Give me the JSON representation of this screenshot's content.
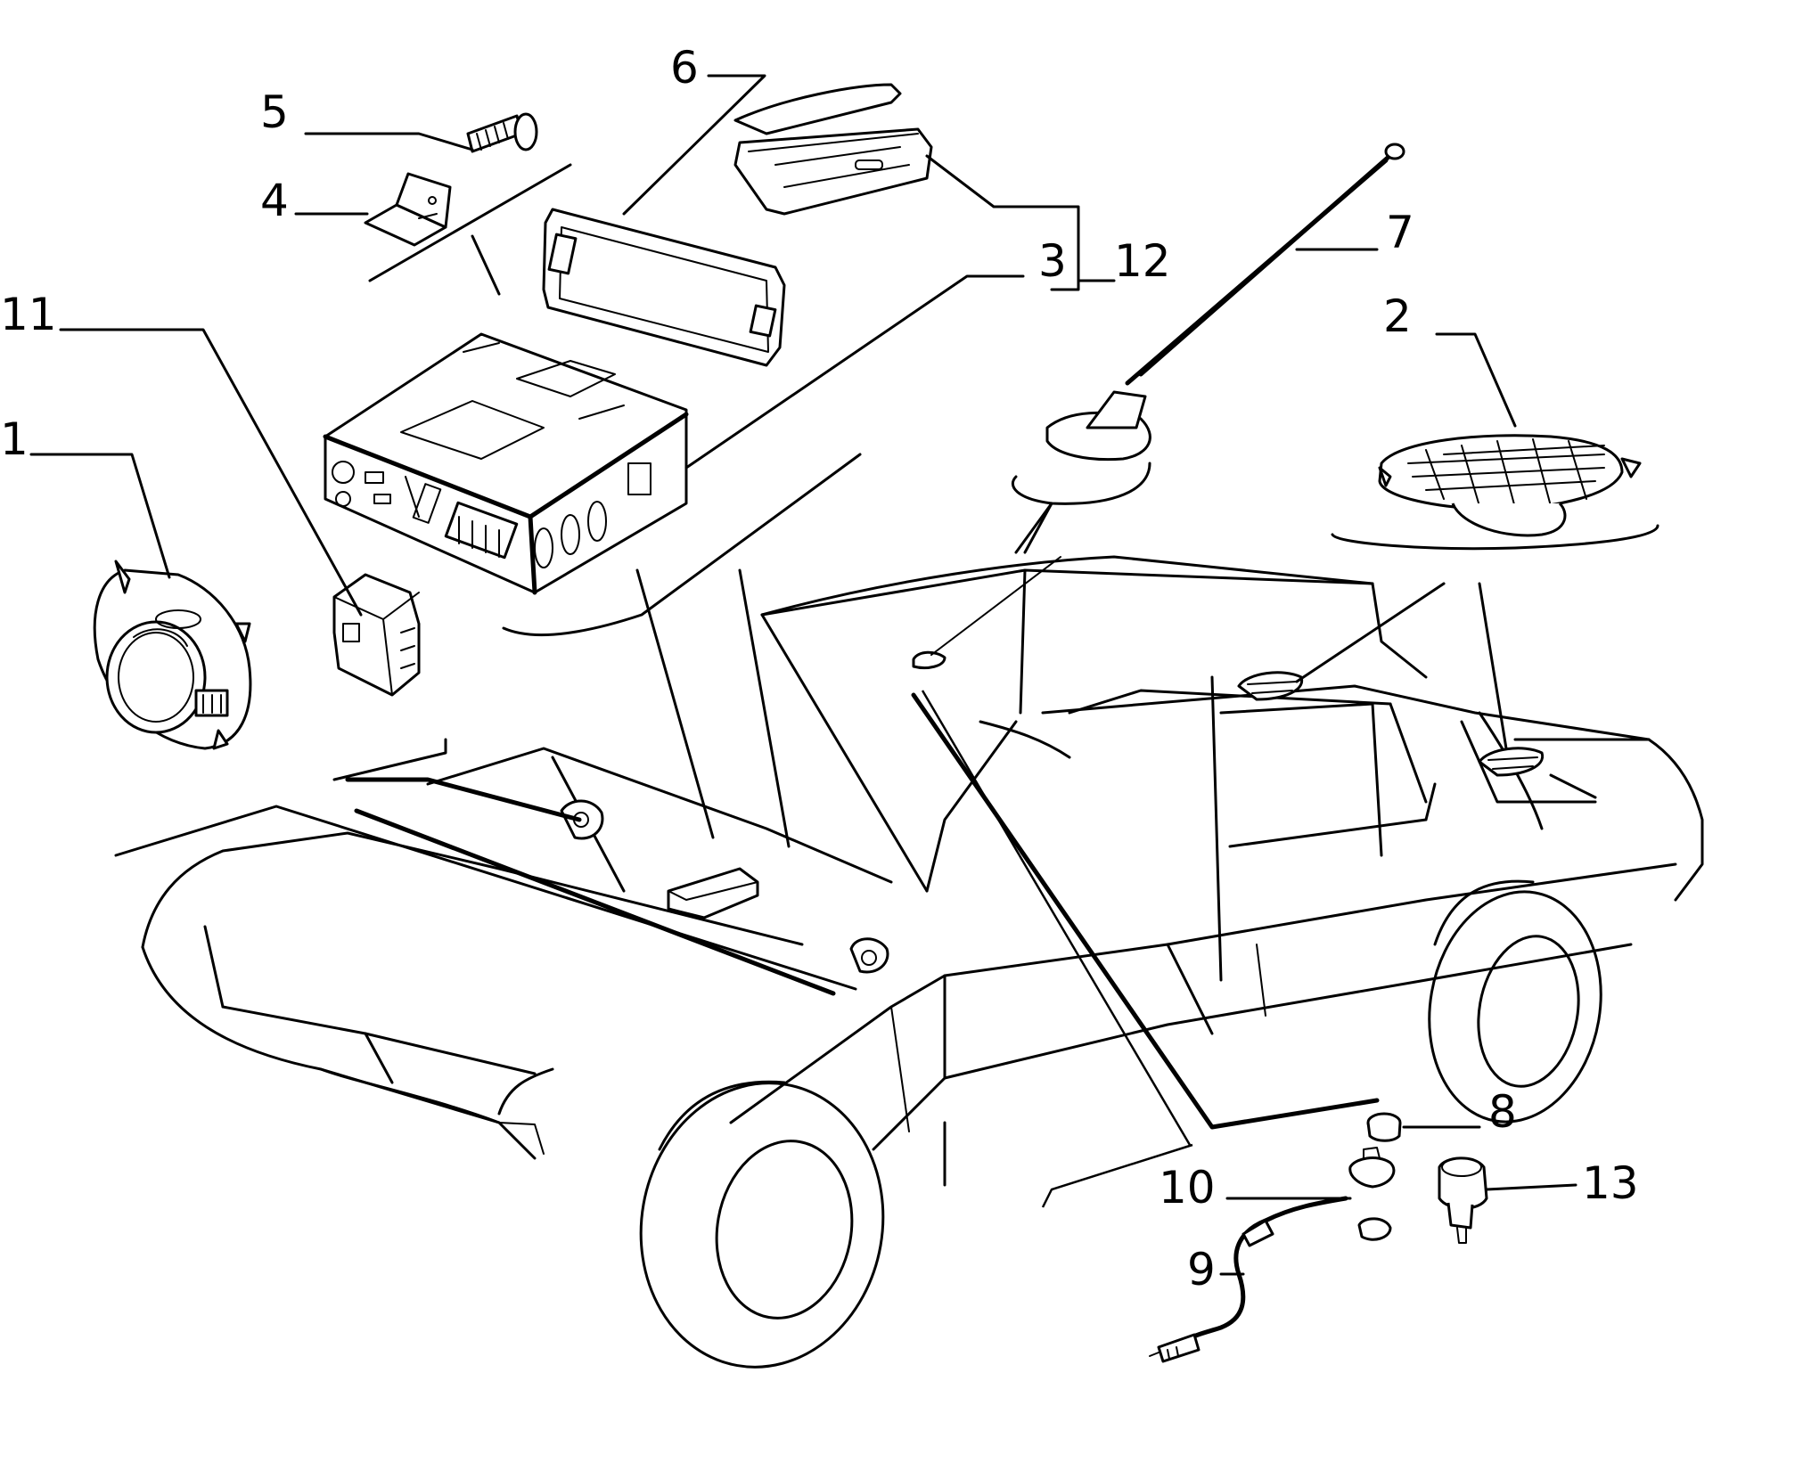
{
  "callouts": {
    "c1": "1",
    "c2": "2",
    "c3": "3",
    "c4": "4",
    "c5": "5",
    "c6": "6",
    "c7": "7",
    "c8": "8",
    "c9": "9",
    "c10": "10",
    "c11": "11",
    "c12": "12",
    "c13": "13"
  },
  "parts": [
    {
      "callout": "1",
      "name": "front-door-speaker"
    },
    {
      "callout": "2",
      "name": "rear-shelf-speaker"
    },
    {
      "callout": "3",
      "name": "radio-unit"
    },
    {
      "callout": "4",
      "name": "mounting-bracket"
    },
    {
      "callout": "5",
      "name": "screw"
    },
    {
      "callout": "6",
      "name": "radio-front-panel"
    },
    {
      "callout": "7",
      "name": "roof-antenna"
    },
    {
      "callout": "8",
      "name": "antenna-cap"
    },
    {
      "callout": "9",
      "name": "antenna-cable"
    },
    {
      "callout": "10",
      "name": "antenna-base-nut"
    },
    {
      "callout": "11",
      "name": "connector-block"
    },
    {
      "callout": "12",
      "name": "radio-case"
    },
    {
      "callout": "13",
      "name": "antenna-mount"
    }
  ]
}
